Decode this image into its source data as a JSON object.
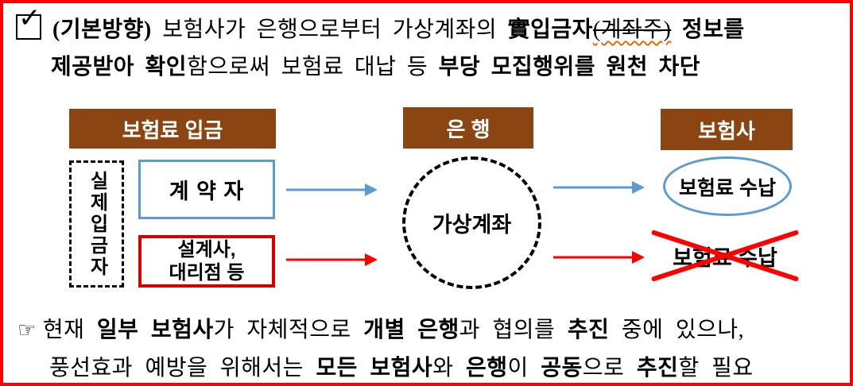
{
  "colors": {
    "outer_border": "#FF0000",
    "header_bg": "#8B4513",
    "blue_accent": "#5B9BD5",
    "red_accent": "#FF0000",
    "dark_red_border": "#D40000",
    "wavy_underline": "#E36C0A"
  },
  "top_note": {
    "checkbox": "✓",
    "line1": {
      "b1": "(기본방향)",
      "n1": " 보험사가 은행으로부터 가상계좌의 ",
      "b2": "實입금자",
      "struck": "(계좌주)",
      "b3": " 정보를"
    },
    "line2": {
      "b1": "제공받아 확인",
      "n1": "함으로써 보험료 대납 등 ",
      "b2": "부당 모집행위를 원천 차단"
    }
  },
  "diagram": {
    "col1_header": "보험료 입금",
    "col2_header": "은  행",
    "col3_header": "보험사",
    "actual_depositor": "실제입금자",
    "contractor": "계 약 자",
    "agent_line1": "설계사,",
    "agent_line2": "대리점 등",
    "virtual_account": "가상계좌",
    "receipt_accepted": "보험료 수납",
    "receipt_rejected": "보험료 수납"
  },
  "bottom_note": {
    "pointer": "☞",
    "line1": {
      "n1": "현재 ",
      "b1": "일부 보험사",
      "n2": "가 자체적으로 ",
      "b2": "개별 은행",
      "n3": "과 협의를 ",
      "b3": "추진",
      "n4": " 중에 있으나,"
    },
    "line2": {
      "n1": "풍선효과 예방을 위해서는 ",
      "b1": "모든 보험사",
      "n2": "와 ",
      "b2": "은행",
      "n3": "이 ",
      "b3": "공동",
      "n4": "으로 ",
      "b4": "추진",
      "n5": "할 필요"
    }
  }
}
